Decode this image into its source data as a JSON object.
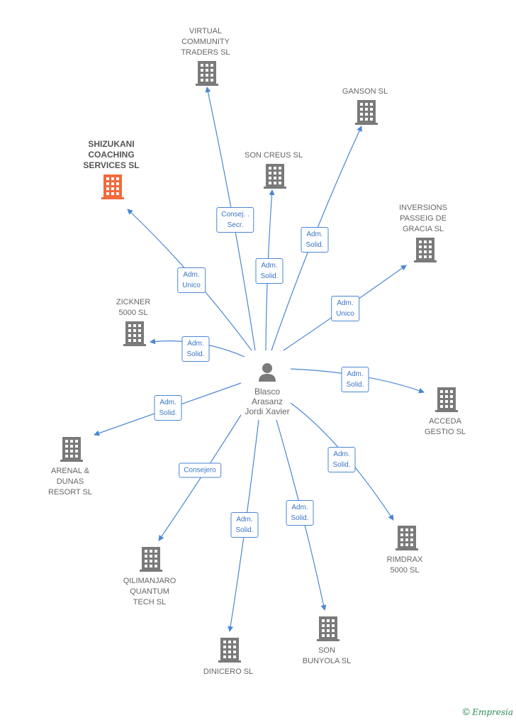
{
  "center": {
    "name": "Blasco\nArasanz\nJordi Xavier",
    "icon": "person-icon"
  },
  "colors": {
    "edge": "#4a86d4",
    "building": "#7a7a7a",
    "building_highlight": "#f26a3d",
    "edge_label_text": "#3a75c4"
  },
  "companies": [
    {
      "id": "virtual",
      "name": "VIRTUAL\nCOMMUNITY\nTRADERS SL",
      "role": "Consej. .\nSecr.",
      "highlight": false
    },
    {
      "id": "ganson",
      "name": "GANSON SL",
      "role": "Adm.\nSolid.",
      "highlight": false
    },
    {
      "id": "shizukani",
      "name": "SHIZUKANI\nCOACHING\nSERVICES SL",
      "role": "Adm.\nUnico",
      "highlight": true
    },
    {
      "id": "soncreus",
      "name": "SON CREUS SL",
      "role": "Adm.\nSolid.",
      "highlight": false
    },
    {
      "id": "inversions",
      "name": "INVERSIONS\nPASSEIG DE\nGRACIA SL",
      "role": "Adm.\nUnico",
      "highlight": false
    },
    {
      "id": "zickner",
      "name": "ZICKNER\n5000 SL",
      "role": "Adm.\nSolid.",
      "highlight": false
    },
    {
      "id": "acceda",
      "name": "ACCEDA\nGESTIO SL",
      "role": "Adm.\nSolid.",
      "highlight": false
    },
    {
      "id": "arenal",
      "name": "ARENAL &\nDUNAS\nRESORT SL",
      "role": "Adm.\nSolid.",
      "highlight": false
    },
    {
      "id": "rimdrax",
      "name": "RIMDRAX\n5000 SL",
      "role": "Adm.\nSolid.",
      "highlight": false
    },
    {
      "id": "qilimanjaro",
      "name": "QILIMANJARO\nQUANTUM\nTECH SL",
      "role": "Consejero",
      "highlight": false
    },
    {
      "id": "dinicero",
      "name": "DINICERO SL",
      "role": "Adm.\nSolid.",
      "highlight": false
    },
    {
      "id": "sonbunyola",
      "name": "SON\nBUNYOLA SL",
      "role": "Adm.\nSolid.",
      "highlight": false
    }
  ],
  "footer": {
    "copyright": "©",
    "brand": "Empresia"
  }
}
